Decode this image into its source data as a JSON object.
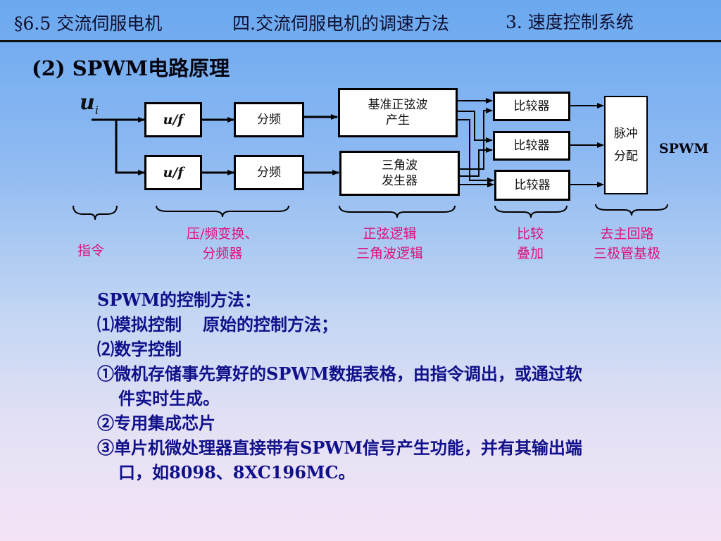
{
  "header": {
    "section": "§6.5 交流伺服电机",
    "chapter": "四.交流伺服电机的调速方法",
    "subsection": "3. 速度控制系统"
  },
  "subtitle": "(2) SPWM电路原理",
  "diagram": {
    "input_label": "u",
    "input_subscript": "i",
    "blocks": {
      "uf_top": "u/f",
      "uf_bottom": "u/f",
      "div_top": "分频",
      "div_bottom": "分频",
      "sine_gen_line1": "基准正弦波",
      "sine_gen_line2": "产生",
      "tri_gen_line1": "三角波",
      "tri_gen_line2": "发生器",
      "comp1": "比较器",
      "comp2": "比较器",
      "comp3": "比较器",
      "pulse_line1": "脉冲",
      "pulse_line2": "分配"
    },
    "output_label": "SPWM",
    "annotations": {
      "command": "指令",
      "vf_line1": "压/频变换、",
      "vf_line2": "分频器",
      "logic_line1": "正弦逻辑",
      "logic_line2": "三角波逻辑",
      "compare_line1": "比较",
      "compare_line2": "叠加",
      "drive_line1": "去主回路",
      "drive_line2": "三极管基极"
    }
  },
  "methods": {
    "heading": "SPWM的控制方法：",
    "item1a": "⑴模拟控制",
    "item1b": "原始的控制方法；",
    "item2": "⑵数字控制",
    "sub1_line1": "①微机存储事先算好的SPWM数据表格，由指令调出，或通过软",
    "sub1_line2": "件实时生成。",
    "sub2": "②专用集成芯片",
    "sub3_line1": "③单片机微处理器直接带有SPWM信号产生功能，并有其输出端",
    "sub3_line2": "口，如8098、8XC196MC。"
  }
}
